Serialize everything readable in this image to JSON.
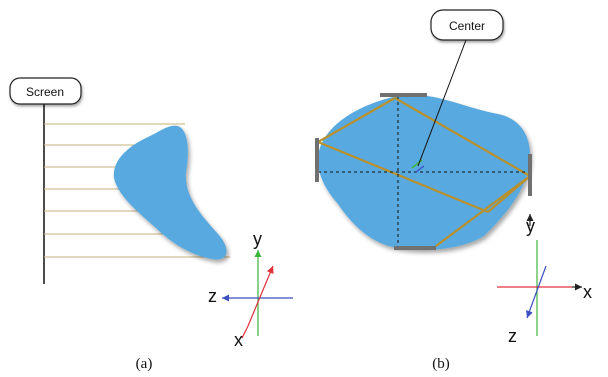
{
  "panel_a": {
    "callout_label": "Screen",
    "axis_labels": {
      "y": "y",
      "z": "z",
      "x": "x"
    },
    "caption": "(a)"
  },
  "panel_b": {
    "callout_label": "Center",
    "axis_labels": {
      "y": "y",
      "x": "x",
      "z": "z"
    },
    "caption": "(b)"
  },
  "colors": {
    "blob_fill": "#58a9df",
    "projection_lines": "#c8b07a",
    "bbox_lines": "#b8912e",
    "bracket": "#707070",
    "axis_y": "#3db53d",
    "axis_x": "#e0303a",
    "axis_z": "#3b4fc0"
  }
}
